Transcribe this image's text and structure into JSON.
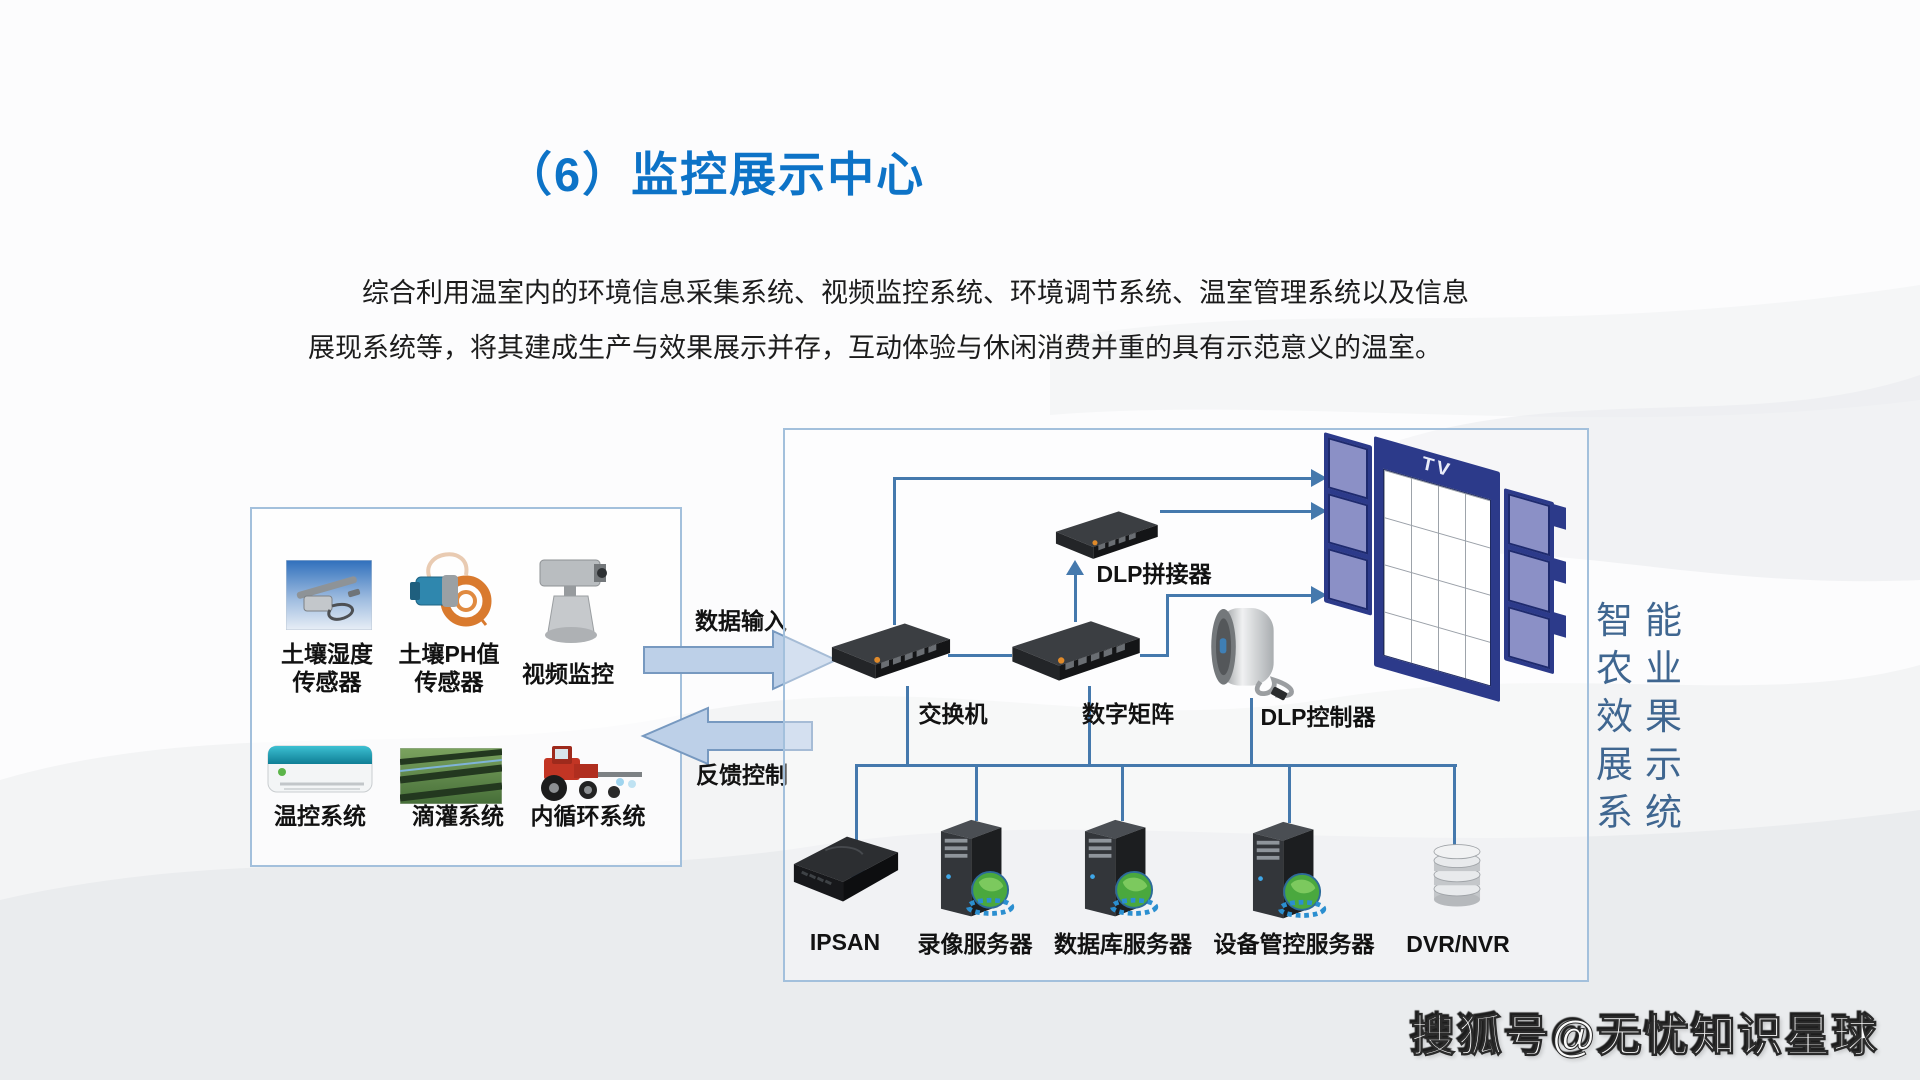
{
  "page": {
    "title": "（6）监控展示中心"
  },
  "paragraph": {
    "line1": "综合利用温室内的环境信息采集系统、视频监控系统、环境调节系统、温室管理系统以及信息",
    "line2": "展现系统等，将其建成生产与效果展示并存，互动体验与休闲消费并重的具有示范意义的温室。"
  },
  "left_panel": {
    "items": [
      {
        "label": "土壤湿度\n传感器"
      },
      {
        "label": "土壤PH值\n传感器"
      },
      {
        "label": "视频监控"
      },
      {
        "label": "温控系统"
      },
      {
        "label": "滴灌系统"
      },
      {
        "label": "内循环系统"
      }
    ]
  },
  "flow": {
    "data_input": "数据输入",
    "feedback": "反馈控制"
  },
  "diagram": {
    "switch_label": "交换机",
    "matrix_label": "数字矩阵",
    "dlp_splicer_label": "DLP拼接器",
    "dlp_controller_label": "DLP控制器",
    "tv_label": "TV",
    "bottom_labels": [
      "IPSAN",
      "录像服务器",
      "数据库服务器",
      "设备管控服务器",
      "DVR/NVR"
    ],
    "right_caption": "智能农业效果展示系统"
  },
  "watermark": "搜狐号@无忧知识星球",
  "colors": {
    "title_blue": "#0d73c7",
    "connector_blue": "#4579ad",
    "big_arrow_fill": "#bdd0e8",
    "box_border": "#a3c0dc",
    "caption_blue": "#3f6690",
    "tv_frame_blue": "#2c3a8a"
  }
}
